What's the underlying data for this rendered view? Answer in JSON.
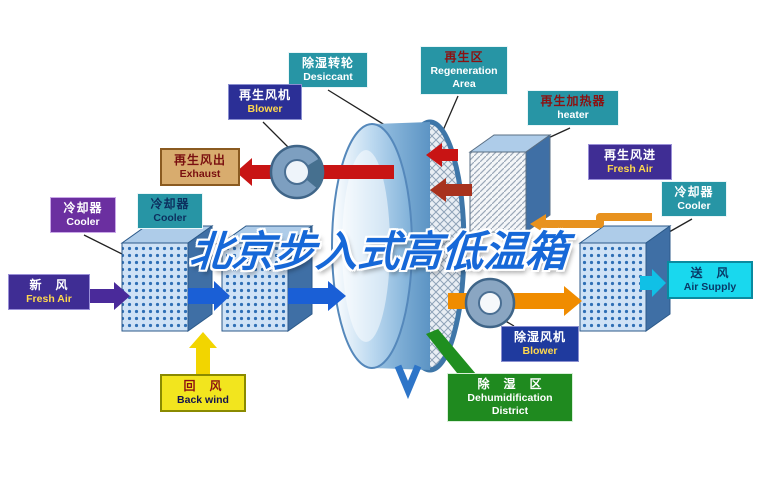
{
  "title": "北京步入式高低温箱",
  "palette": {
    "process_air_blue": "#1a5fd6",
    "regeneration_red": "#c81414",
    "hot_air_orange": "#f08c00",
    "fresh_air_purple": "#4a2a9a",
    "return_air_yellow": "#f2d500",
    "supply_air_cyan": "#10c0e6",
    "teal_label": "#2795a5",
    "green_label": "#1f8a1f"
  },
  "labels": {
    "desiccant": {
      "zh": "除湿转轮",
      "en": "Desiccant"
    },
    "regeneration_area": {
      "zh": "再生区",
      "en": "Regeneration Area"
    },
    "regen_blower": {
      "zh": "再生风机",
      "en": "Blower"
    },
    "regen_heater": {
      "zh": "再生加热器",
      "en": "heater"
    },
    "exhaust": {
      "zh": "再生风出",
      "en": "Exhaust"
    },
    "cooler_left_outer": {
      "zh": "冷却器",
      "en": "Cooler"
    },
    "cooler_left_inner": {
      "zh": "冷却器",
      "en": "Cooler"
    },
    "fresh_air": {
      "zh": "新　风",
      "en": "Fresh Air"
    },
    "back_wind": {
      "zh": "回　风",
      "en": "Back wind"
    },
    "regen_fresh_air": {
      "zh": "再生风进",
      "en": "Fresh Air"
    },
    "cooler_right": {
      "zh": "冷却器",
      "en": "Cooler"
    },
    "air_supply": {
      "zh": "送　风",
      "en": "Air Supply"
    },
    "dehumid_blower": {
      "zh": "除湿风机",
      "en": "Blower"
    },
    "dehumid_district": {
      "zh": "除　湿　区",
      "en_line1": "Dehumidification",
      "en_line2": "District"
    }
  }
}
